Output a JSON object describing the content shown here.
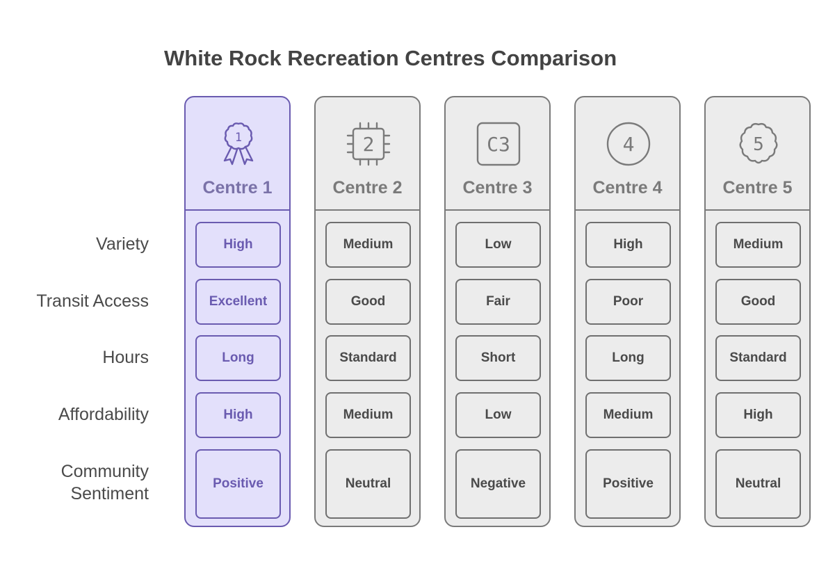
{
  "title": "White Rock Recreation Centres Comparison",
  "criteria": [
    "Variety",
    "Transit Access",
    "Hours",
    "Affordability",
    "Community",
    "Sentiment"
  ],
  "centres": [
    {
      "name": "Centre 1",
      "icon": "award-ribbon-icon",
      "badge": "1",
      "highlighted": true,
      "values": [
        "High",
        "Excellent",
        "Long",
        "High",
        "Positive"
      ]
    },
    {
      "name": "Centre 2",
      "icon": "chip-icon",
      "badge": "2",
      "highlighted": false,
      "values": [
        "Medium",
        "Good",
        "Standard",
        "Medium",
        "Neutral"
      ]
    },
    {
      "name": "Centre 3",
      "icon": "rounded-square-icon",
      "badge": "C3",
      "highlighted": false,
      "values": [
        "Low",
        "Fair",
        "Short",
        "Low",
        "Negative"
      ]
    },
    {
      "name": "Centre 4",
      "icon": "circle-icon",
      "badge": "4",
      "highlighted": false,
      "values": [
        "High",
        "Poor",
        "Long",
        "Medium",
        "Positive"
      ]
    },
    {
      "name": "Centre 5",
      "icon": "flower-badge-icon",
      "badge": "5",
      "highlighted": false,
      "values": [
        "Medium",
        "Good",
        "Standard",
        "High",
        "Neutral"
      ]
    }
  ],
  "colors": {
    "highlight_border": "#6a5bb0",
    "highlight_fill": "#e3e0fb",
    "neutral_border": "#7a7a7a",
    "neutral_fill": "#ececec"
  }
}
